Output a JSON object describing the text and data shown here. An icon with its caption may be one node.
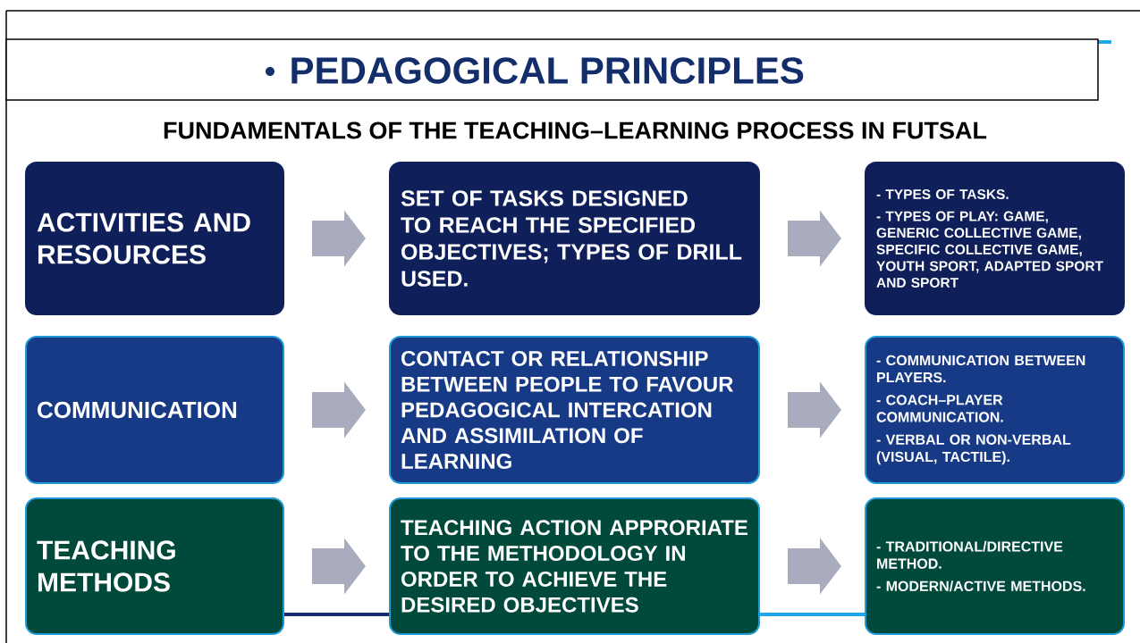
{
  "diagram": {
    "title": "PEDAGOGICAL PRINCIPLES",
    "nodes": [
      {
        "text": [
          "ACTIVITIES AND RESOURCES"
        ]
      },
      {
        "text": [
          "SET OF TASKS DESIGNED TO REACH THE SPECIFIED OBJECTIVES; TYPES OF DRILL USED."
        ]
      },
      {
        "text": [
          "- TYPES OF TASKS.",
          "- TYPES OF PLAY: GAME, GENERIC COLLECTIVE GAME, SPECIFIC COLLECTIVE GAME, YOUTH SPORT, ADAPTED SPORT AND SPORT"
        ]
      },
      {
        "text": [
          "COMMUNICATION"
        ]
      },
      {
        "text": [
          "CONTACT OR RELATIONSHIP BETWEEN PEOPLE TO FAVOUR PEDAGOGICAL INTERCATION AND ASSIMILATION OF LEARNING"
        ]
      },
      {
        "text": [
          "- COMMUNICATION BETWEEN PLAYERS.",
          "- COACH–PLAYER COMMUNICATION.",
          "- VERBAL OR NON-VERBAL (VISUAL, TACTILE)."
        ]
      },
      {
        "text": [
          "TEACHING METHODS"
        ]
      },
      {
        "text": [
          "TEACHING ACTION APPRORIATE TO THE METHODOLOGY IN ORDER TO ACHIEVE THE DESIRED OBJECTIVES"
        ]
      },
      {
        "text": [
          "- TRADITIONAL/DIRECTIVE METHOD.",
          "- MODERN/ACTIVE METHODS."
        ]
      }
    ],
    "edges": [
      {
        "from": 0,
        "to": 1,
        "arrow": "to"
      },
      {
        "from": 1,
        "to": 2,
        "arrow": "to"
      },
      {
        "from": 3,
        "to": 4,
        "arrow": "to"
      },
      {
        "from": 4,
        "to": 5,
        "arrow": "to"
      },
      {
        "from": 6,
        "to": 7,
        "arrow": "to"
      },
      {
        "from": 7,
        "to": 8,
        "arrow": "to"
      }
    ],
    "labels": [
      "FUNDAMENTALS OF THE TEACHING–LEARNING PROCESS IN FUTSAL"
    ]
  }
}
